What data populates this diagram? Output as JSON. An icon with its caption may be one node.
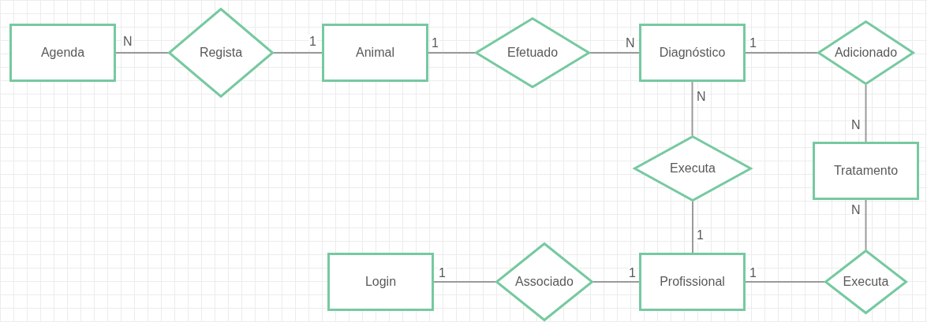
{
  "diagram": {
    "nodes": [
      {
        "text": [
          "Agenda"
        ]
      },
      {
        "text": [
          "Regista"
        ]
      },
      {
        "text": [
          "Animal"
        ]
      },
      {
        "text": [
          "Efetuado"
        ]
      },
      {
        "text": [
          "Diagnóstico"
        ]
      },
      {
        "text": [
          "Adicionado"
        ]
      },
      {
        "text": [
          "Executa"
        ]
      },
      {
        "text": [
          "Tratamento"
        ]
      },
      {
        "text": [
          "Login"
        ]
      },
      {
        "text": [
          "Associado"
        ]
      },
      {
        "text": [
          "Profissional"
        ]
      },
      {
        "text": [
          "Executa"
        ]
      }
    ],
    "edges": [
      {
        "from": 0,
        "to": 1,
        "arrow": "none",
        "label": "N"
      },
      {
        "from": 1,
        "to": 2,
        "arrow": "none",
        "label": "1"
      },
      {
        "from": 2,
        "to": 3,
        "arrow": "none",
        "label": "1"
      },
      {
        "from": 3,
        "to": 4,
        "arrow": "none",
        "label": "N"
      },
      {
        "from": 4,
        "to": 5,
        "arrow": "none",
        "label": "1"
      },
      {
        "from": 5,
        "to": 7,
        "arrow": "none",
        "label": "N"
      },
      {
        "from": 4,
        "to": 6,
        "arrow": "none",
        "label": "N"
      },
      {
        "from": 6,
        "to": 10,
        "arrow": "none",
        "label": "1"
      },
      {
        "from": 7,
        "to": 11,
        "arrow": "none",
        "label": "N"
      },
      {
        "from": 10,
        "to": 11,
        "arrow": "none",
        "label": "1"
      },
      {
        "from": 8,
        "to": 9,
        "arrow": "none",
        "label": "1"
      },
      {
        "from": 9,
        "to": 10,
        "arrow": "none",
        "label": "1"
      }
    ]
  }
}
